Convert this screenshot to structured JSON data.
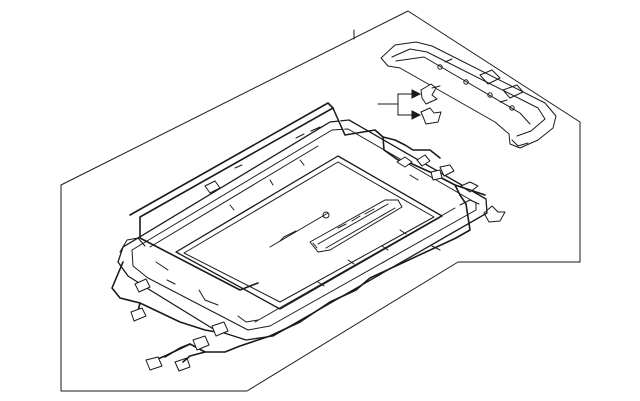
{
  "diagram": {
    "parts": [
      {
        "id": "base-panel",
        "label": ""
      },
      {
        "id": "rear-frame-bracket",
        "label": ""
      },
      {
        "id": "sunroof-frame",
        "label": ""
      },
      {
        "id": "wiring-harness",
        "label": ""
      },
      {
        "id": "drive-cable",
        "label": ""
      },
      {
        "id": "sunroof-motor",
        "label": ""
      },
      {
        "id": "clip-fasteners",
        "label": ""
      }
    ],
    "colors": {
      "line": "#1a1a1a",
      "background": "#ffffff"
    }
  }
}
